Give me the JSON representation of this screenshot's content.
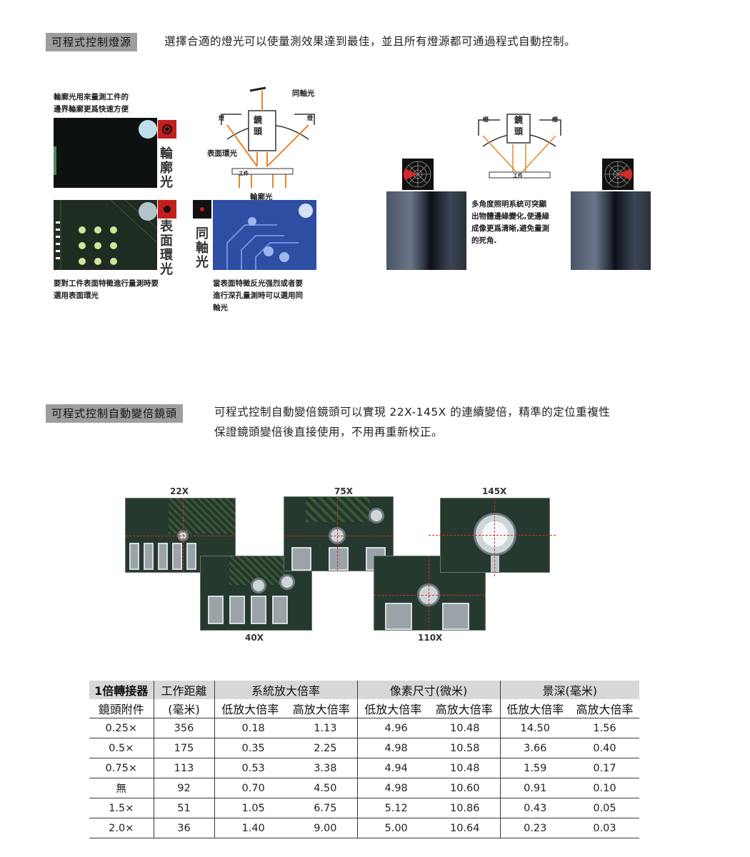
{
  "section1": {
    "tag": "可程式控制燈源",
    "text": "選擇合適的燈光可以使量測效果達到最佳，並且所有燈源都可通過程式自動控制。"
  },
  "lighting": {
    "contour_note": "輪廓光用來量測工件的\n邊界輪廓更爲快速方便",
    "contour_label": "輪\n廓\n光",
    "surface_label": "表\n面\n環\n光",
    "surface_note": "要對工件表面特徵進行量測時要\n選用表面環光",
    "coaxial_label": "同\n軸\n光",
    "coaxial_note": "當表面特徵反光强烈或者要\n進行深孔量測時可以選用同\n軸光",
    "diagram": {
      "coaxial": "同軸光",
      "surface_ring": "表面環光",
      "contour": "輪廓光",
      "lamp": "燈",
      "lens": "鏡\n頭",
      "workpiece": "工件"
    },
    "multi_angle_note": "多角度照明系統可突顯\n出物體邊緣變化,使邊緣\n成像更爲清晰,避免量測\n的死角.",
    "diagram2": {
      "lamp": "燈",
      "lens": "鏡\n頭",
      "workpiece": "工件"
    }
  },
  "section2": {
    "tag": "可程式控制自動變倍鏡頭",
    "text_line1": "可程式控制自動變倍鏡頭可以實現 22X-145X 的連續變倍，精準的定位重複性",
    "text_line2": "保證鏡頭變倍後直接使用，不用再重新校正。"
  },
  "magnifications": {
    "m22": "22X",
    "m40": "40X",
    "m75": "75X",
    "m110": "110X",
    "m145": "145X"
  },
  "table": {
    "headers": {
      "adapter_line1": "1倍轉接器",
      "adapter_line2": "鏡頭附件",
      "wd_line1": "工作距離",
      "wd_line2": "(毫米)",
      "system_mag": "系統放大倍率",
      "pixel_size": "像素尺寸(微米)",
      "dof": "景深(毫米)",
      "low": "低放大倍率",
      "high": "高放大倍率"
    },
    "rows": [
      [
        "0.25×",
        "356",
        "0.18",
        "1.13",
        "4.96",
        "10.48",
        "14.50",
        "1.56"
      ],
      [
        "0.5×",
        "175",
        "0.35",
        "2.25",
        "4.98",
        "10.58",
        "3.66",
        "0.40"
      ],
      [
        "0.75×",
        "113",
        "0.53",
        "3.38",
        "4.94",
        "10.48",
        "1.59",
        "0.17"
      ],
      [
        "無",
        "92",
        "0.70",
        "4.50",
        "4.98",
        "10.60",
        "0.91",
        "0.10"
      ],
      [
        "1.5×",
        "51",
        "1.05",
        "6.75",
        "5.12",
        "10.86",
        "0.43",
        "0.05"
      ],
      [
        "2.0×",
        "36",
        "1.40",
        "9.00",
        "5.00",
        "10.64",
        "0.23",
        "0.03"
      ]
    ]
  },
  "colors": {
    "tag_bg": "#9e9e9e",
    "arrow": "#e8862a",
    "crosshair": "#d42a2a",
    "table_header_bg": "#d8d8d8"
  }
}
